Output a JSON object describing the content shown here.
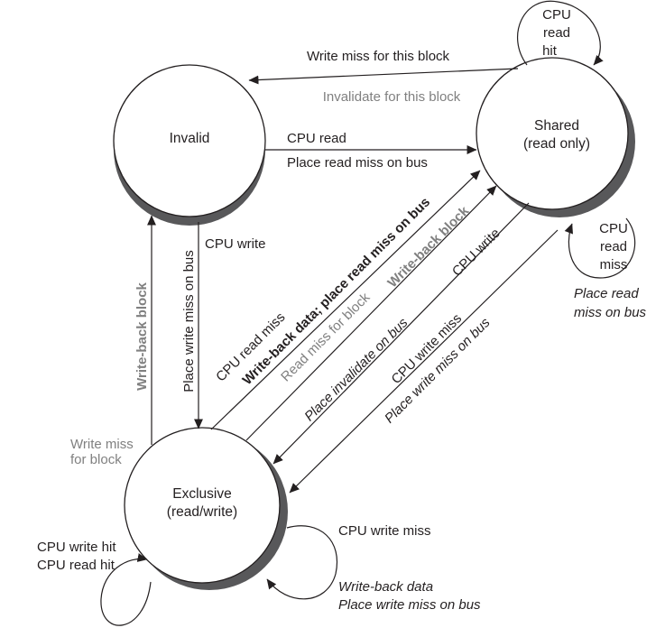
{
  "states": {
    "invalid": "Invalid",
    "shared_1": "Shared",
    "shared_2": "(read only)",
    "exclusive_1": "Exclusive",
    "exclusive_2": "(read/write)"
  },
  "transitions": {
    "write_miss_this_block": "Write miss for this block",
    "invalidate_this_block": "Invalidate for this block",
    "cpu_read": "CPU read",
    "place_read_miss": "Place read miss on bus",
    "cpu_write": "CPU write",
    "place_write_miss_bus": "Place write miss on bus",
    "writeback_block_left": "Write-back block",
    "write_miss_for": "Write miss",
    "for_block": "for block",
    "cpu_read_miss": "CPU read miss",
    "writeback_data_place_read_miss": "Write-back data; place read miss on bus",
    "read_miss_for_block": "Read miss for block",
    "writeback_block_diag": "Write-back block",
    "cpu_write_diag": "CPU write",
    "place_invalidate": "Place invalidate on bus",
    "cpu_write_miss_diag": "CPU write miss",
    "place_write_miss_diag": "Place write miss on bus",
    "shared_hit_1": "CPU",
    "shared_hit_2": "read",
    "shared_hit_3": "hit",
    "shared_miss_1": "CPU",
    "shared_miss_2": "read",
    "shared_miss_3": "miss",
    "place_read_1": "Place read",
    "place_read_2": "miss on bus",
    "excl_hit_1": "CPU write hit",
    "excl_hit_2": "CPU read hit",
    "excl_miss": "CPU write miss",
    "excl_wb_data": "Write-back data",
    "excl_place_write_miss": "Place write miss on bus"
  },
  "colors": {
    "ink": "#231f20",
    "bus_gray": "#808080",
    "shadow": "#58585a"
  }
}
